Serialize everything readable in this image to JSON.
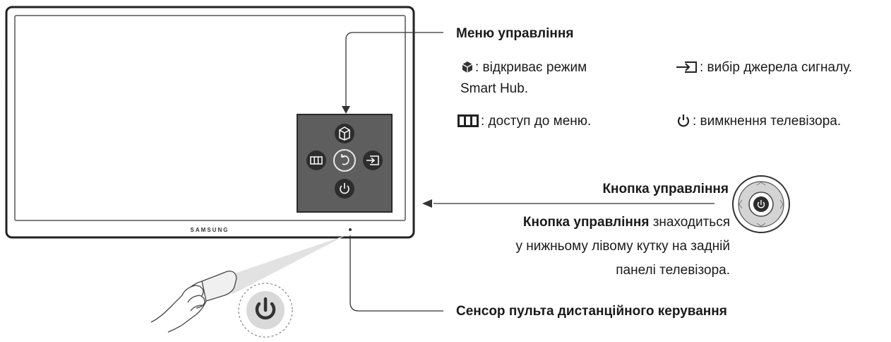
{
  "tv": {
    "brand": "SAMSUNG"
  },
  "control_menu": {
    "title": "Меню управління",
    "smart_hub_text": ": відкриває режим",
    "smart_hub_text2": "Smart Hub.",
    "menu_text": ": доступ до меню.",
    "source_text": ": вибір джерела сигналу.",
    "power_text": ": вимкнення телевізора.",
    "icons": [
      "smart-hub-icon",
      "menu-icon",
      "source-icon",
      "power-icon",
      "return-icon"
    ]
  },
  "control_button": {
    "title": "Кнопка управління",
    "desc_bold": "Кнопка управління",
    "desc_rest1": " знаходиться",
    "desc_line2": "у нижньому лівому кутку на задній",
    "desc_line3": "панелі телевізора."
  },
  "remote_sensor": {
    "title": "Сенсор пульта дистанційного керування"
  },
  "colors": {
    "panel": "#5a5a5a",
    "button": "#2e2e2e",
    "line": "#222222"
  }
}
